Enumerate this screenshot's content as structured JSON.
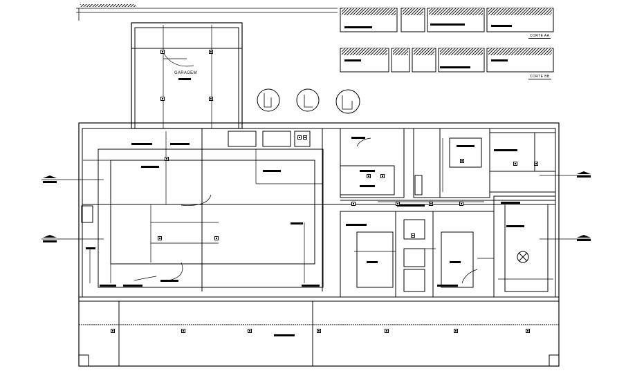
{
  "labels": {
    "garage": "GARAGEM",
    "section_aa": "CORTE AA",
    "section_bb": "CORTE BB"
  },
  "colors": {
    "line": "#000000",
    "background": "#ffffff"
  }
}
